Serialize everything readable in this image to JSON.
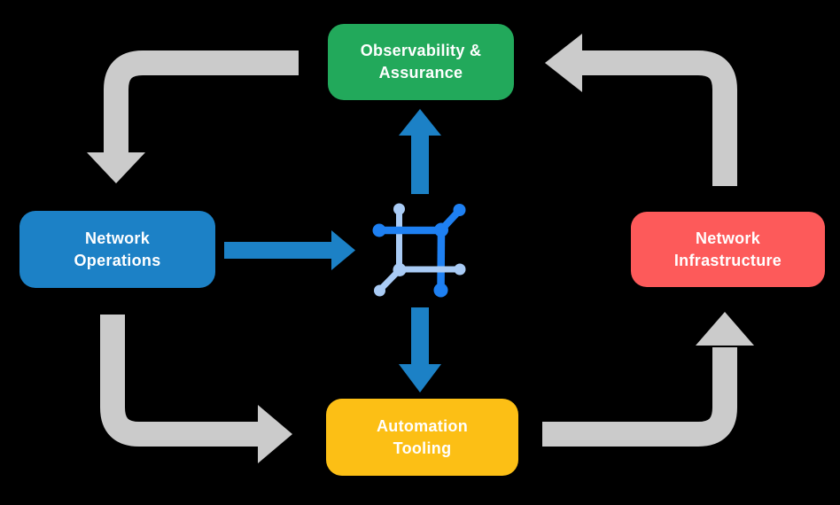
{
  "diagram": {
    "type": "cycle-flow",
    "background_color": "#000000",
    "colors": {
      "cycle_arrows": "#CBCBCB",
      "center_arrows": "#1C81C6",
      "observability_node": "#22A95B",
      "operations_node": "#1C81C6",
      "infrastructure_node": "#FD5A5A",
      "automation_node": "#FCBF15",
      "icon_primary": "#1E80F2",
      "icon_secondary": "#A9CBF5"
    },
    "center_icon": "network-mesh-icon",
    "nodes": {
      "observability": {
        "line1": "Observability &",
        "line2": "Assurance"
      },
      "operations": {
        "line1": "Network",
        "line2": "Operations"
      },
      "infrastructure": {
        "line1": "Network",
        "line2": "Infrastructure"
      },
      "automation": {
        "line1": "Automation",
        "line2": "Tooling"
      }
    },
    "flows": {
      "cycle": [
        "Observability & Assurance -> Network Operations",
        "Network Operations -> Automation Tooling",
        "Automation Tooling -> Network Infrastructure",
        "Network Infrastructure -> Observability & Assurance"
      ],
      "center": [
        "Network Operations -> center icon",
        "center icon -> Observability & Assurance",
        "center icon -> Automation Tooling"
      ]
    }
  }
}
